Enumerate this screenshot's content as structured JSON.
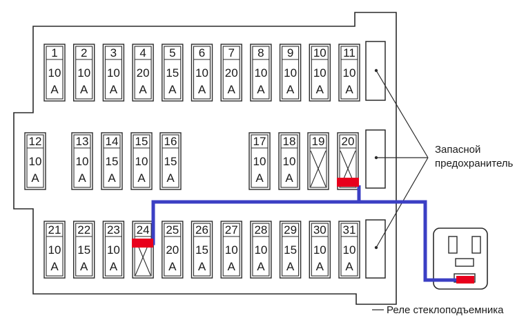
{
  "colors": {
    "line": "#2a2a2a",
    "wire": "#3b3fc4",
    "marker": "#e8001c",
    "background": "#ffffff"
  },
  "labels": {
    "spare_fuse_line1": "Запасной",
    "spare_fuse_line2": "предохранитель",
    "relay": "Реле стеклоподъемника"
  },
  "fuses": [
    {
      "num": "1",
      "amp": "10",
      "unit": "A"
    },
    {
      "num": "2",
      "amp": "10",
      "unit": "A"
    },
    {
      "num": "3",
      "amp": "10",
      "unit": "A"
    },
    {
      "num": "4",
      "amp": "20",
      "unit": "A"
    },
    {
      "num": "5",
      "amp": "15",
      "unit": "A"
    },
    {
      "num": "6",
      "amp": "10",
      "unit": "A"
    },
    {
      "num": "7",
      "amp": "20",
      "unit": "A"
    },
    {
      "num": "8",
      "amp": "10",
      "unit": "A"
    },
    {
      "num": "9",
      "amp": "10",
      "unit": "A"
    },
    {
      "num": "10",
      "amp": "10",
      "unit": "A"
    },
    {
      "num": "11",
      "amp": "10",
      "unit": "A"
    },
    {
      "num": "12",
      "amp": "10",
      "unit": "A"
    },
    {
      "num": "13",
      "amp": "10",
      "unit": "A"
    },
    {
      "num": "14",
      "amp": "15",
      "unit": "A"
    },
    {
      "num": "15",
      "amp": "10",
      "unit": "A"
    },
    {
      "num": "16",
      "amp": "15",
      "unit": "A"
    },
    {
      "num": "17",
      "amp": "10",
      "unit": "A"
    },
    {
      "num": "18",
      "amp": "10",
      "unit": "A"
    },
    {
      "num": "19",
      "amp": "",
      "unit": "",
      "empty": true
    },
    {
      "num": "20",
      "amp": "",
      "unit": "",
      "empty": true,
      "highlighted": true
    },
    {
      "num": "21",
      "amp": "10",
      "unit": "A"
    },
    {
      "num": "22",
      "amp": "15",
      "unit": "A"
    },
    {
      "num": "23",
      "amp": "10",
      "unit": "A"
    },
    {
      "num": "24",
      "amp": "",
      "unit": "",
      "empty": true,
      "highlighted": true
    },
    {
      "num": "25",
      "amp": "20",
      "unit": "A"
    },
    {
      "num": "26",
      "amp": "15",
      "unit": "A"
    },
    {
      "num": "27",
      "amp": "10",
      "unit": "A"
    },
    {
      "num": "28",
      "amp": "10",
      "unit": "A"
    },
    {
      "num": "29",
      "amp": "15",
      "unit": "A"
    },
    {
      "num": "30",
      "amp": "10",
      "unit": "A"
    },
    {
      "num": "31",
      "amp": "10",
      "unit": "A"
    }
  ]
}
